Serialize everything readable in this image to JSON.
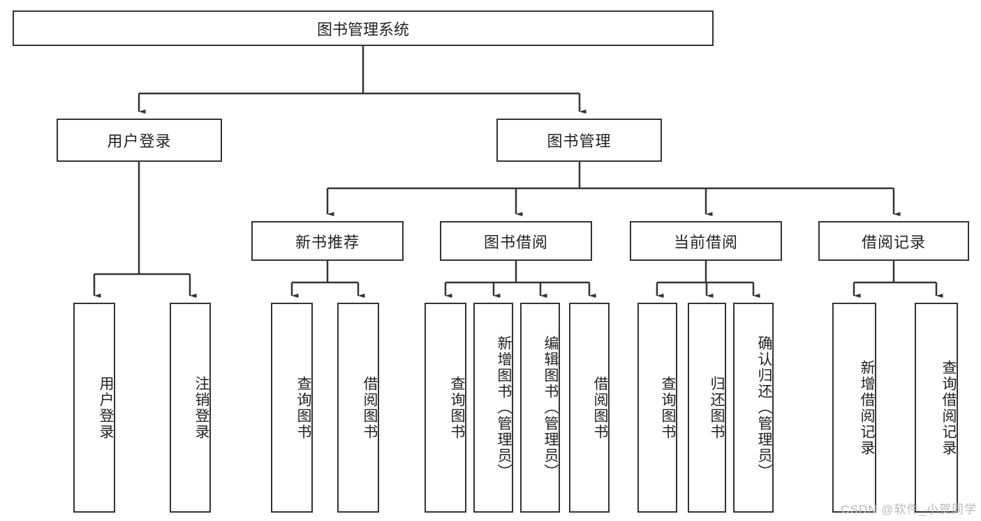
{
  "diagram": {
    "title": "图书管理系统",
    "type": "tree",
    "levels": {
      "root": {
        "label": "图书管理系统"
      },
      "level2": [
        {
          "label": "用户登录"
        },
        {
          "label": "图书管理"
        }
      ],
      "level3": [
        {
          "label": "新书推荐"
        },
        {
          "label": "图书借阅"
        },
        {
          "label": "当前借阅"
        },
        {
          "label": "借阅记录"
        }
      ],
      "leaves": [
        {
          "label": "用户登录",
          "parent": "用户登录"
        },
        {
          "label": "注销登录",
          "parent": "用户登录"
        },
        {
          "label": "查询图书",
          "parent": "新书推荐"
        },
        {
          "label": "借阅图书",
          "parent": "新书推荐"
        },
        {
          "label": "查询图书",
          "parent": "图书借阅"
        },
        {
          "label": "新增图书（管理员）",
          "parent": "图书借阅"
        },
        {
          "label": "编辑图书（管理员）",
          "parent": "图书借阅"
        },
        {
          "label": "借阅图书",
          "parent": "图书借阅"
        },
        {
          "label": "查询图书",
          "parent": "当前借阅"
        },
        {
          "label": "归还图书",
          "parent": "当前借阅"
        },
        {
          "label": "确认归还（管理员）",
          "parent": "当前借阅"
        },
        {
          "label": "新增借阅记录",
          "parent": "借阅记录"
        },
        {
          "label": "查询借阅记录",
          "parent": "借阅记录"
        }
      ]
    },
    "colors": {
      "box_border": "#333333",
      "box_fill": "#ffffff",
      "edge": "#333333",
      "text": "#222222",
      "watermark": "#b9b9b9"
    }
  },
  "watermark": {
    "text": "CSDN @软件_小贺同学"
  }
}
